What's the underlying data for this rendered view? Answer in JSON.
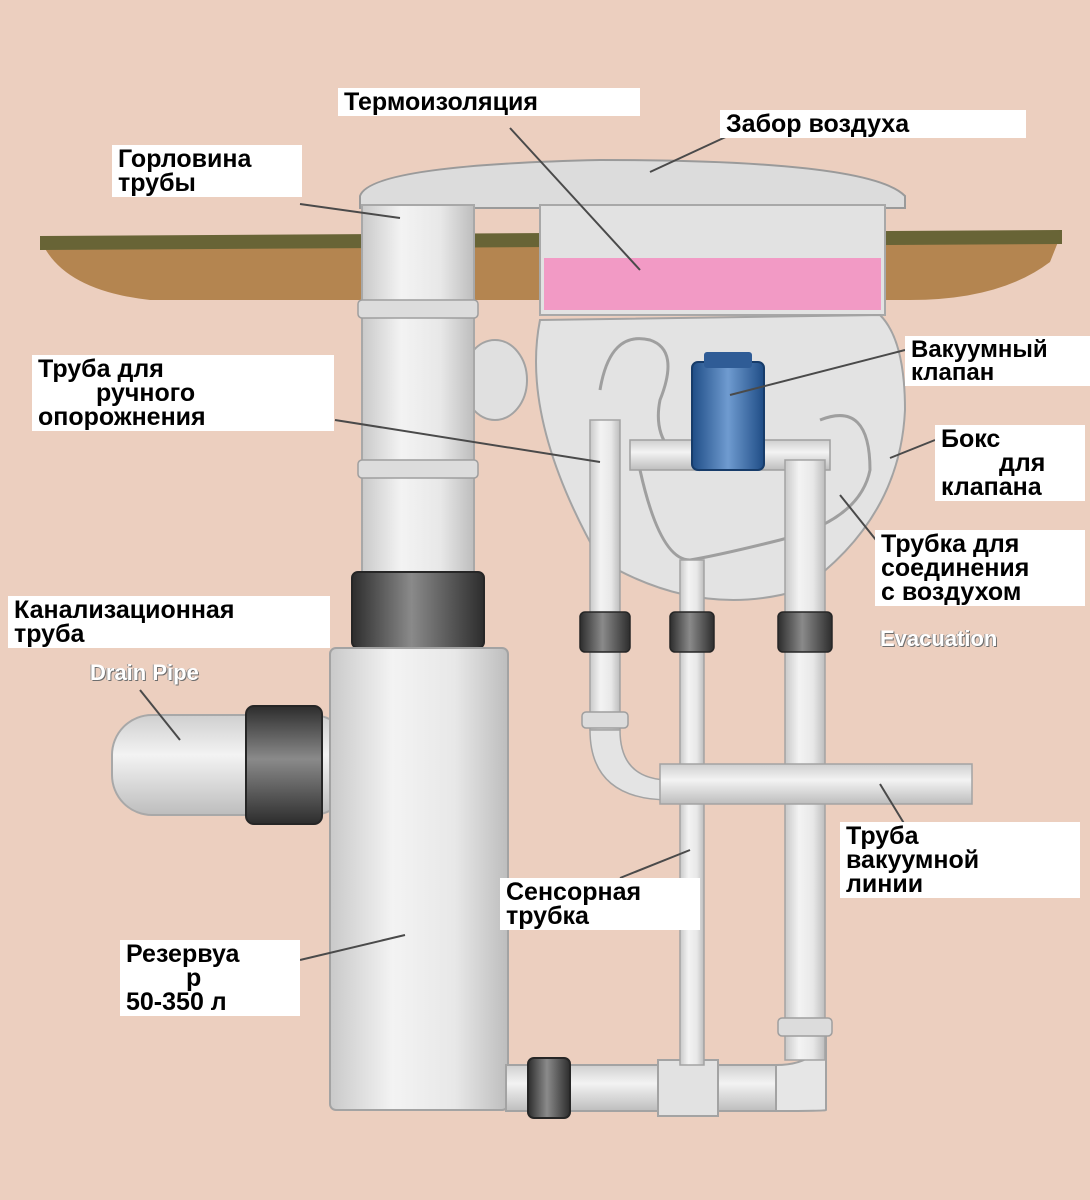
{
  "labels": {
    "thermal_insulation": "Термоизоляция",
    "air_intake": "Забор воздуха",
    "pipe_neck_1": "Горловина",
    "pipe_neck_2": "трубы",
    "manual_empty_1": "Труба для",
    "manual_empty_2": "ручного",
    "manual_empty_3": "опорожнения",
    "vacuum_valve_1": "Вакуумный",
    "vacuum_valve_2": "клапан",
    "valve_box_1": "Бокс",
    "valve_box_2": "для",
    "valve_box_3": "клапана",
    "air_tube_1": "Трубка для",
    "air_tube_2": "соединения",
    "air_tube_3": "с воздухом",
    "sewer_pipe_1": "Канализационная",
    "sewer_pipe_2": "труба",
    "vacuum_line_1": "Труба",
    "vacuum_line_2": "вакуумной",
    "vacuum_line_3": "линии",
    "sensor_tube_1": "Сенсорная",
    "sensor_tube_2": "трубка",
    "tank_1": "Резервуа",
    "tank_2": "р",
    "tank_3": "50-350 л"
  },
  "english_labels": {
    "drain_pipe": "Drain Pipe",
    "evacuation": "Evacuation"
  },
  "colors": {
    "background": "#eccfbf",
    "soil": "#b48550",
    "grass": "#686436",
    "pipe": "#e6e6e6",
    "pipe_edge": "#b5b5b5",
    "insulation": "#f29ac5",
    "valve": "#3e6fa8",
    "coupling": "#4a4a4a"
  }
}
